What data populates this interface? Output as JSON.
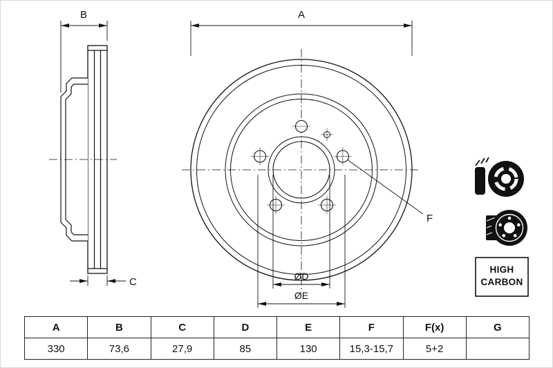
{
  "colors": {
    "line": "#1a1a1a",
    "background": "#ffffff"
  },
  "drawing": {
    "labels": {
      "a": "A",
      "b": "B",
      "c": "C",
      "d": "ØD",
      "e": "ØE",
      "f": "F"
    },
    "badge": {
      "line1": "HIGH",
      "line2": "CARBON"
    },
    "icons": [
      "brake-pad-wear-icon",
      "brake-disc-icon"
    ]
  },
  "table": {
    "headers": [
      "A",
      "B",
      "C",
      "D",
      "E",
      "F",
      "F(x)",
      "G"
    ],
    "values": [
      "330",
      "73,6",
      "27,9",
      "85",
      "130",
      "15,3-15,7",
      "5+2",
      ""
    ]
  }
}
